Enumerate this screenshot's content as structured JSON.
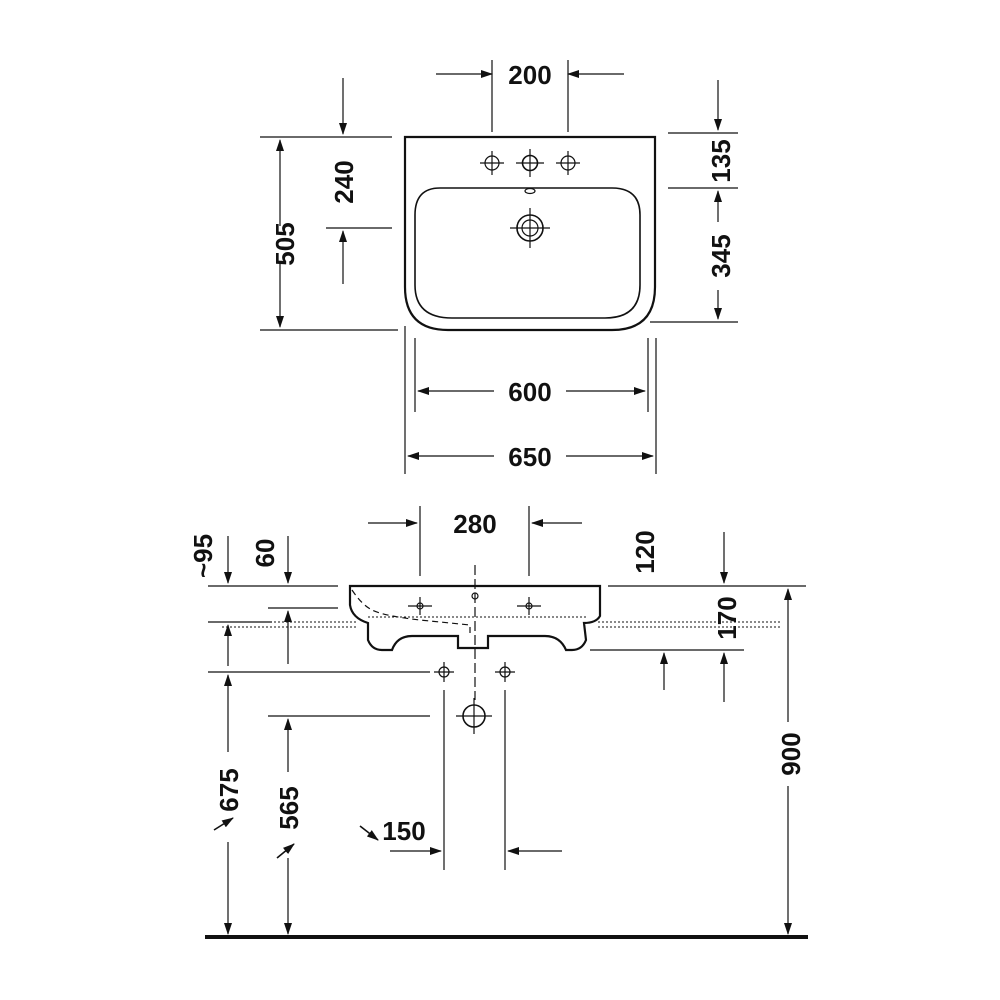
{
  "top_view": {
    "dim_tap_spacing": "200",
    "dim_depth_total": "505",
    "dim_tap_to_edge": "240",
    "dim_top_margin": "135",
    "dim_bowl_depth": "345",
    "dim_bowl_width": "600",
    "dim_overall_width": "650"
  },
  "side_view": {
    "dim_outer_tap_spacing": "280",
    "dim_rim_to_top": "~95",
    "dim_rim_offset": "60",
    "dim_bowl_depth": "120",
    "dim_bowl_height": "170",
    "dim_floor_to_top": "900",
    "dim_floor_to_supply": "675",
    "dim_floor_to_drain": "565",
    "dim_supply_spacing": "150"
  }
}
